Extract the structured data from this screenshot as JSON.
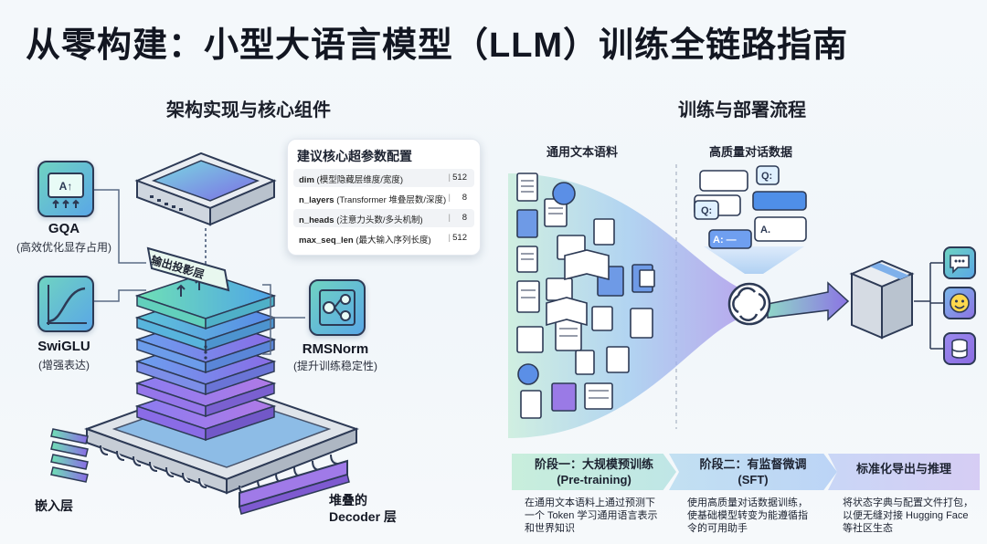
{
  "title": "从零构建：小型大语言模型（LLM）训练全链路指南",
  "left_section": {
    "title": "架构实现与核心组件",
    "components": [
      {
        "name": "GQA",
        "desc": "(高效优化显存占用)",
        "icon": "attention-icon"
      },
      {
        "name": "SwiGLU",
        "desc": "(增强表达)",
        "icon": "activation-curve-icon"
      },
      {
        "name": "RMSNorm",
        "desc": "(提升训练稳定性)",
        "icon": "circuit-icon"
      }
    ],
    "output_layer_label": "输出投影层",
    "embed_label": "嵌入层",
    "decoder_label_line1": "堆叠的",
    "decoder_label_line2": "Decoder 层",
    "params": {
      "title": "建议核心超参数配置",
      "rows": [
        {
          "key": "dim",
          "desc": "(模型隐藏层维度/宽度)",
          "value": "512"
        },
        {
          "key": "n_layers",
          "desc": "(Transformer 堆叠层数/深度)",
          "value": "8"
        },
        {
          "key": "n_heads",
          "desc": "(注意力头数/多头机制)",
          "value": "8"
        },
        {
          "key": "max_seq_len",
          "desc": "(最大输入序列长度)",
          "value": "512"
        }
      ]
    }
  },
  "right_section": {
    "title": "训练与部署流程",
    "corpus_label": "通用文本语料",
    "dialog_label": "高质量对话数据",
    "dialog_tags": [
      "Q:",
      "Q:",
      "A:",
      "A:"
    ],
    "stages": [
      {
        "title_line1": "阶段一：大规模预训练",
        "title_line2": "(Pre-training)",
        "desc": [
          "在通用文本语料上通过预测下",
          "一个 Token 学习通用语言表示",
          "和世界知识"
        ]
      },
      {
        "title_line1": "阶段二：有监督微调",
        "title_line2": "(SFT)",
        "desc": [
          "使用高质量对话数据训练，",
          "使基础模型转变为能遵循指",
          "令的可用助手"
        ]
      },
      {
        "title_line1": "标准化导出与推理",
        "title_line2": "",
        "desc": [
          "将状态字典与配置文件打包，",
          "以便无缝对接 Hugging Face",
          "等社区生态"
        ]
      }
    ],
    "deploy_icons": [
      "chat-icon",
      "hugging-face-icon",
      "database-icon"
    ]
  },
  "colors": {
    "teal": "#5fd0b8",
    "blue": "#4d8fe6",
    "purple": "#8e6ce8",
    "dark": "#2d3a55"
  }
}
